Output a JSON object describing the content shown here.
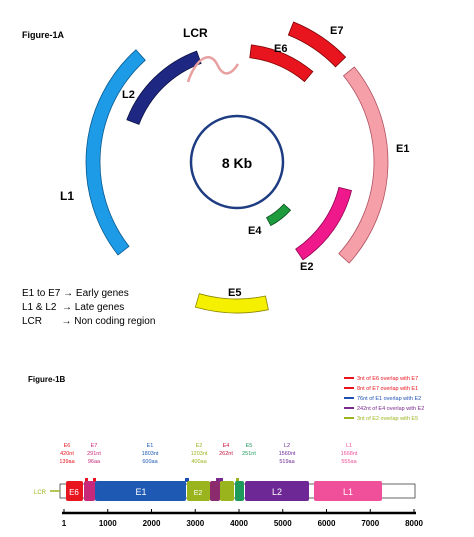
{
  "figure_a": {
    "title": "Figure-1A",
    "center_label": "8 Kb",
    "labels": {
      "lcr": "LCR",
      "e6": "E6",
      "e7": "E7",
      "e1": "E1",
      "e2": "E2",
      "e4": "E4",
      "e5": "E5",
      "l1": "L1",
      "l2": "L2"
    },
    "legend": [
      "E1 to E7 → Early genes",
      "L1 & L2  → Late genes",
      "LCR       → Non coding region"
    ],
    "colors": {
      "e7": "#e8141e",
      "e6": "#e8141e",
      "e1": "#f5a0a8",
      "e2": "#f0198c",
      "e4": "#1e9b3c",
      "e5": "#f5f000",
      "l1": "#1e9be6",
      "l2": "#1e2882",
      "lcr": "#e8a0a0",
      "center_ring": "#1e3c82"
    }
  },
  "figure_b": {
    "title": "Figure-1B",
    "overlap_legend": [
      {
        "text": "3nt  of E6 overlap with E7",
        "color": "#e8141e"
      },
      {
        "text": "8nt  of E7 overlap with E1",
        "color": "#e8141e"
      },
      {
        "text": "76nt  of E1 overlap with E2",
        "color": "#1e50b4"
      },
      {
        "text": "242nt of E4 overlap with E2",
        "color": "#7a2a8c"
      },
      {
        "text": "3nt of E2 overlap with E5",
        "color": "#9ab41e"
      }
    ],
    "genes": [
      {
        "name": "E6",
        "nt": "420nt",
        "aa": "139aa",
        "color": "#e8141e"
      },
      {
        "name": "E7",
        "nt": "291nt",
        "aa": "96aa",
        "color": "#c8287a"
      },
      {
        "name": "E1",
        "nt": "1803nt",
        "aa": "600aa",
        "color": "#1e5ab4"
      },
      {
        "name": "E2",
        "nt": "1203nt",
        "aa": "400aa",
        "color": "#9ab41e"
      },
      {
        "name": "E4",
        "nt": "262nt",
        "aa": "",
        "color": "#c8143c"
      },
      {
        "name": "E5",
        "nt": "251nt",
        "aa": "",
        "color": "#1e9b5a"
      },
      {
        "name": "L2",
        "nt": "1560nt",
        "aa": "519aa",
        "color": "#6e2896"
      },
      {
        "name": "L1",
        "nt": "1668nt",
        "aa": "555aa",
        "color": "#f0509a"
      }
    ],
    "lcr_label": "LCR",
    "axis_ticks": [
      "1",
      "1000",
      "2000",
      "3000",
      "4000",
      "5000",
      "6000",
      "7000",
      "8000"
    ]
  }
}
